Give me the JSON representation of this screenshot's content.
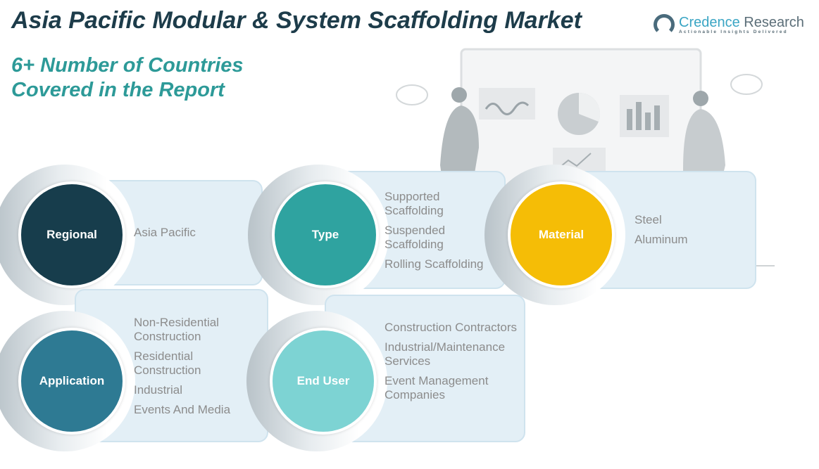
{
  "title": "Asia Pacific Modular & System Scaffolding Market",
  "subtitle": [
    "6+ Number of Countries",
    "Covered in the Report"
  ],
  "logo": {
    "brand_1": "Credence",
    "brand_2": "Research",
    "tagline": "Actionable Insights Delivered"
  },
  "colors": {
    "regional": "#173d4c",
    "type": "#2fa3a0",
    "material": "#f5bd06",
    "application": "#2e7a93",
    "end_user": "#7dd3d3"
  },
  "segments": {
    "regional": {
      "label": "Regional",
      "items": [
        "Asia Pacific"
      ]
    },
    "type": {
      "label": "Type",
      "items": [
        "Supported Scaffolding",
        "Suspended Scaffolding",
        "Rolling Scaffolding"
      ]
    },
    "material": {
      "label": "Material",
      "items": [
        "Steel",
        "Aluminum"
      ]
    },
    "application": {
      "label": "Application",
      "items": [
        "Non-Residential Construction",
        "Residential Construction",
        "Industrial",
        "Events And Media"
      ]
    },
    "end_user": {
      "label": "End User",
      "items": [
        "Construction Contractors",
        "Industrial/Maintenance Services",
        "Event Management Companies"
      ]
    }
  }
}
